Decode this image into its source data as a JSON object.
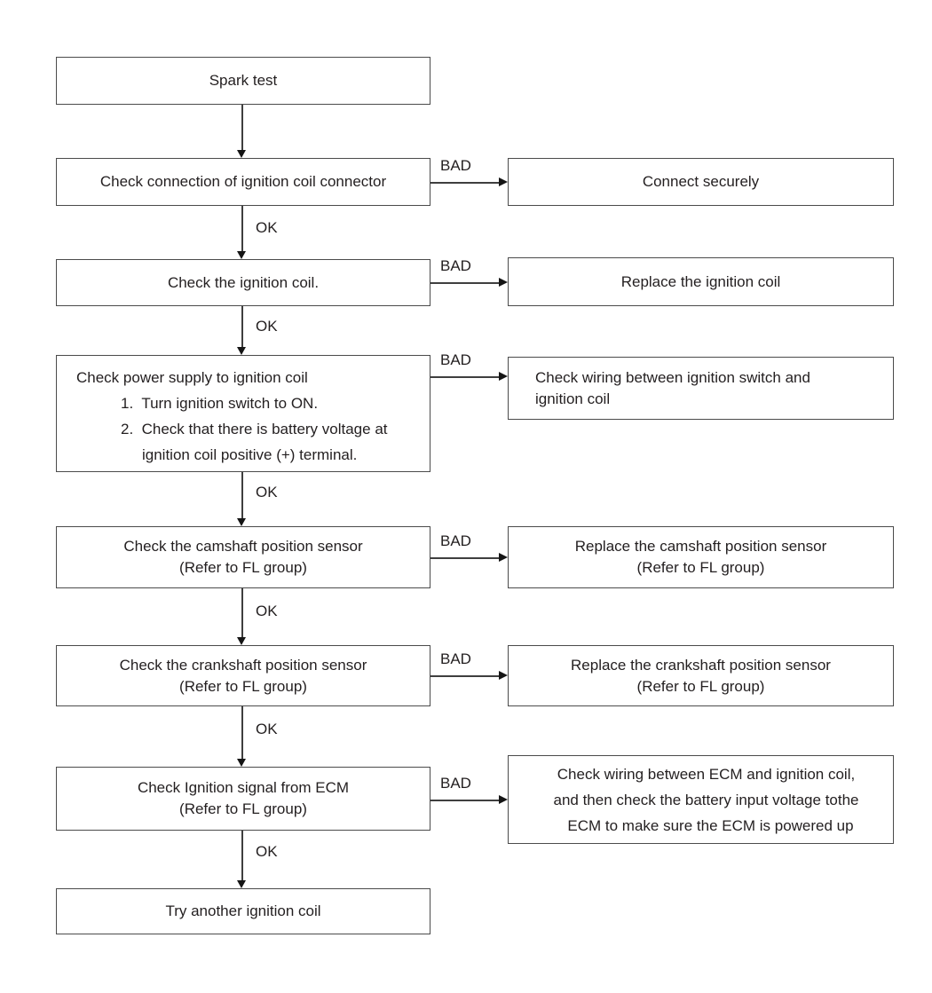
{
  "labels": {
    "ok": "OK",
    "bad": "BAD"
  },
  "colors": {
    "background": "#ffffff",
    "line": "#3f3f3f",
    "box_border": "#4b4b4b",
    "text": "#231f20"
  },
  "flow": {
    "start": {
      "text": "Spark test"
    },
    "steps": [
      {
        "check": [
          "Check connection of ignition coil connector"
        ],
        "action": [
          "Connect securely"
        ]
      },
      {
        "check": [
          "Check the ignition coil."
        ],
        "action": [
          "Replace the ignition coil"
        ]
      },
      {
        "check": [
          "Check power supply to ignition coil",
          "1.  Turn ignition switch to ON.",
          "2.  Check that there is battery voltage at",
          "ignition coil positive (+) terminal."
        ],
        "action": [
          "Check wiring between ignition switch and",
          "ignition coil"
        ]
      },
      {
        "check": [
          "Check the camshaft position sensor",
          "(Refer to FL group)"
        ],
        "action": [
          "Replace the camshaft position sensor",
          "(Refer to FL group)"
        ]
      },
      {
        "check": [
          "Check the crankshaft position sensor",
          "(Refer to FL group)"
        ],
        "action": [
          "Replace the crankshaft position sensor",
          "(Refer to FL group)"
        ]
      },
      {
        "check": [
          "Check Ignition signal from ECM",
          "(Refer to FL group)"
        ],
        "action": [
          "Check wiring between ECM and ignition coil,",
          "and then check the battery input voltage tothe",
          "ECM to make sure the ECM is powered up"
        ]
      }
    ],
    "end": {
      "text": "Try another ignition coil"
    }
  }
}
